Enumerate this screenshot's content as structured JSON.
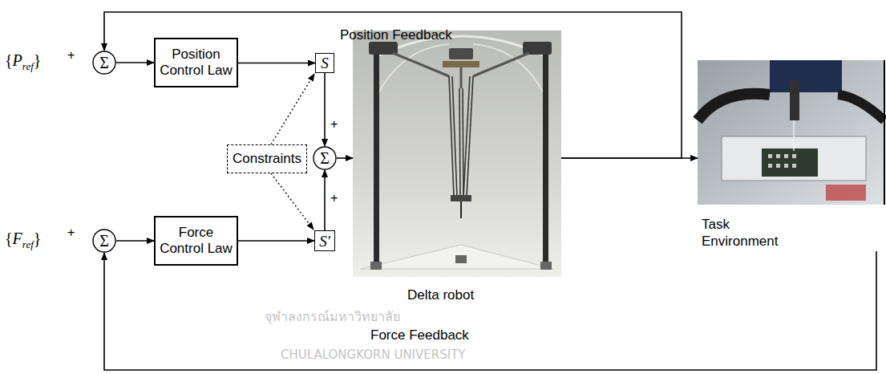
{
  "diagram": {
    "nodes": [
      {
        "text": [
          "Σ"
        ]
      },
      {
        "text": [
          "Position Control Law"
        ]
      },
      {
        "text": [
          "S"
        ]
      },
      {
        "text": [
          "Constraints"
        ]
      },
      {
        "text": [
          "Σ"
        ]
      },
      {
        "text": [
          "Delta robot"
        ]
      },
      {
        "text": [
          "Task Environment"
        ]
      },
      {
        "text": [
          "Σ"
        ]
      },
      {
        "text": [
          "Force Control Law"
        ]
      },
      {
        "text": [
          "S′"
        ]
      }
    ],
    "edges": [
      {
        "from": 0,
        "to": 1,
        "arrow": "to"
      },
      {
        "from": 1,
        "to": 2,
        "arrow": "to"
      },
      {
        "from": 2,
        "to": 4,
        "arrow": "to"
      },
      {
        "from": 3,
        "to": 2,
        "arrow": "to"
      },
      {
        "from": 3,
        "to": 9,
        "arrow": "to"
      },
      {
        "from": 8,
        "to": 9,
        "arrow": "to"
      },
      {
        "from": 9,
        "to": 4,
        "arrow": "to"
      },
      {
        "from": 4,
        "to": 5,
        "arrow": "to"
      },
      {
        "from": 7,
        "to": 8,
        "arrow": "to"
      },
      {
        "from": 5,
        "to": 6,
        "arrow": "to"
      },
      {
        "from": 5,
        "to": 0,
        "arrow": "to"
      },
      {
        "from": 6,
        "to": 7,
        "arrow": "to"
      }
    ],
    "labels": [
      "{",
      "P",
      "ref",
      "}",
      "+",
      "{",
      "F",
      "ref",
      "}",
      "+",
      "+",
      "+",
      "Position Feedback",
      "Force Feedback",
      "จุฬาลงกรณ์มหาวิทยาลัย",
      "CHULALONGKORN UNIVERSITY"
    ]
  }
}
